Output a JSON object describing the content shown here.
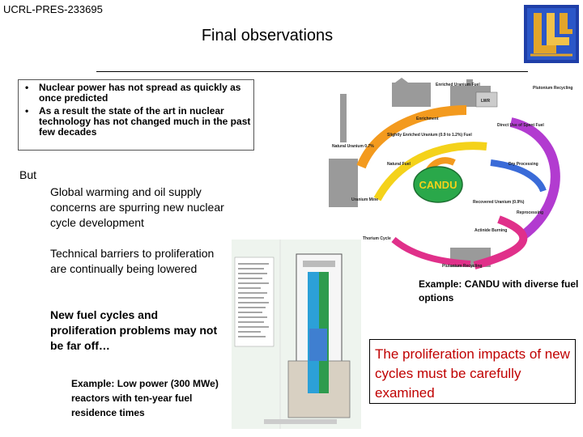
{
  "header": {
    "doc_id": "UCRL-PRES-233695",
    "title": "Final observations"
  },
  "bullets": [
    "Nuclear power has not spread as quickly as once predicted",
    "As a result the state of the art in nuclear technology has not changed much in the past few decades"
  ],
  "body": {
    "but": "But",
    "p1": "Global warming and oil supply concerns are spurring new nuclear cycle development",
    "p2": "Technical barriers to proliferation are continually being lowered",
    "p3": "New fuel cycles and proliferation problems may not be far off…"
  },
  "examples": {
    "low_power": "Example: Low power (300 MWe) reactors with ten-year fuel residence times",
    "candu": "Example: CANDU with diverse fuel options"
  },
  "conclusion": "The proliferation impacts of new cycles must be carefully examined",
  "candu_diagram": {
    "center": "CANDU",
    "labels": [
      "Enriched Uranium Fuel",
      "Plutonium Recycling",
      "LWR",
      "Enrichment",
      "Direct Use of Spent Fuel",
      "Slightly Enriched Uranium (0.9 to 1.2%) Fuel",
      "Natural Uranium 0.7%",
      "Natural Fuel",
      "Dry Processing",
      "Uranium Mine",
      "Recovered Uranium (0.9%)",
      "Reprocessing",
      "Actinide Burning",
      "Thorium Cycle",
      "Plutonium Recycling"
    ]
  },
  "colors": {
    "conclusion_text": "#c00000",
    "arrow_orange": "#f39a1e",
    "arrow_yellow": "#f4d21a",
    "arrow_purple": "#b23bd0",
    "arrow_pink": "#e0308a",
    "arrow_green": "#2aa84a",
    "arrow_blue": "#3a6bd8",
    "logo_blue": "#1f3fa8",
    "logo_gold": "#e2a52a"
  }
}
